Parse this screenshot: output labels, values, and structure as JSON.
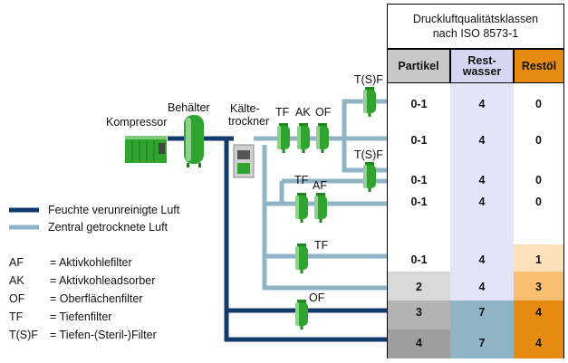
{
  "labels": {
    "kompressor": "Kompressor",
    "behaelter": "Behälter",
    "kaelte_1": "Kälte-",
    "kaelte_2": "trockner",
    "tf1": "TF",
    "ak": "AK",
    "of1": "OF",
    "tsf1": "T(S)F",
    "tsf2": "T(S)F",
    "tf2": "TF",
    "af": "AF",
    "tf3": "TF",
    "of2": "OF"
  },
  "legend": {
    "wet": "Feuchte verunreinigte Luft",
    "dry": "Zentral getrocknete Luft",
    "colors": {
      "wet": "#123a6b",
      "dry": "#8fb4c6"
    }
  },
  "abbreviations": [
    {
      "abbr": "AF",
      "desc": "= Aktivkohlefilter"
    },
    {
      "abbr": "AK",
      "desc": "= Aktivkohleadsorber"
    },
    {
      "abbr": "OF",
      "desc": "= Oberflächenfilter"
    },
    {
      "abbr": "TF",
      "desc": "= Tiefenfilter"
    },
    {
      "abbr": "T(S)F",
      "desc": "= Tiefen-(Steril-)Filter"
    }
  ],
  "table": {
    "title_1": "Druckluftqualitätsklassen",
    "title_2": "nach ISO 8573-1",
    "columns": {
      "partikel": "Partikel",
      "restwasser_1": "Rest-",
      "restwasser_2": "wasser",
      "restoel": "Restöl"
    },
    "rows": [
      {
        "partikel": "0-1",
        "restwasser": "4",
        "restoel": "0"
      },
      {
        "partikel": "0-1",
        "restwasser": "4",
        "restoel": "0"
      },
      {
        "partikel": "0-1",
        "restwasser": "4",
        "restoel": "0"
      },
      {
        "partikel": "0-1",
        "restwasser": "4",
        "restoel": "0"
      },
      {
        "partikel": "0-1",
        "restwasser": "4",
        "restoel": "1"
      },
      {
        "partikel": "2",
        "restwasser": "4",
        "restoel": "3"
      },
      {
        "partikel": "3",
        "restwasser": "7",
        "restoel": "4"
      },
      {
        "partikel": "4",
        "restwasser": "7",
        "restoel": "4"
      }
    ],
    "colors": {
      "partikel_header": "#c8c8c8",
      "restwasser_header": "#d6d6f2",
      "restoel_header": "#e78a10",
      "restwasser_body": "#e4e4f8",
      "restwasser_wet": "#8fb4c6",
      "partikel_2": "#d8d8d8",
      "partikel_3": "#b2b2b2",
      "partikel_4": "#9e9e9e",
      "restoel_1": "#fde0b8",
      "restoel_3": "#f7be72",
      "restoel_4": "#e78a10"
    }
  }
}
